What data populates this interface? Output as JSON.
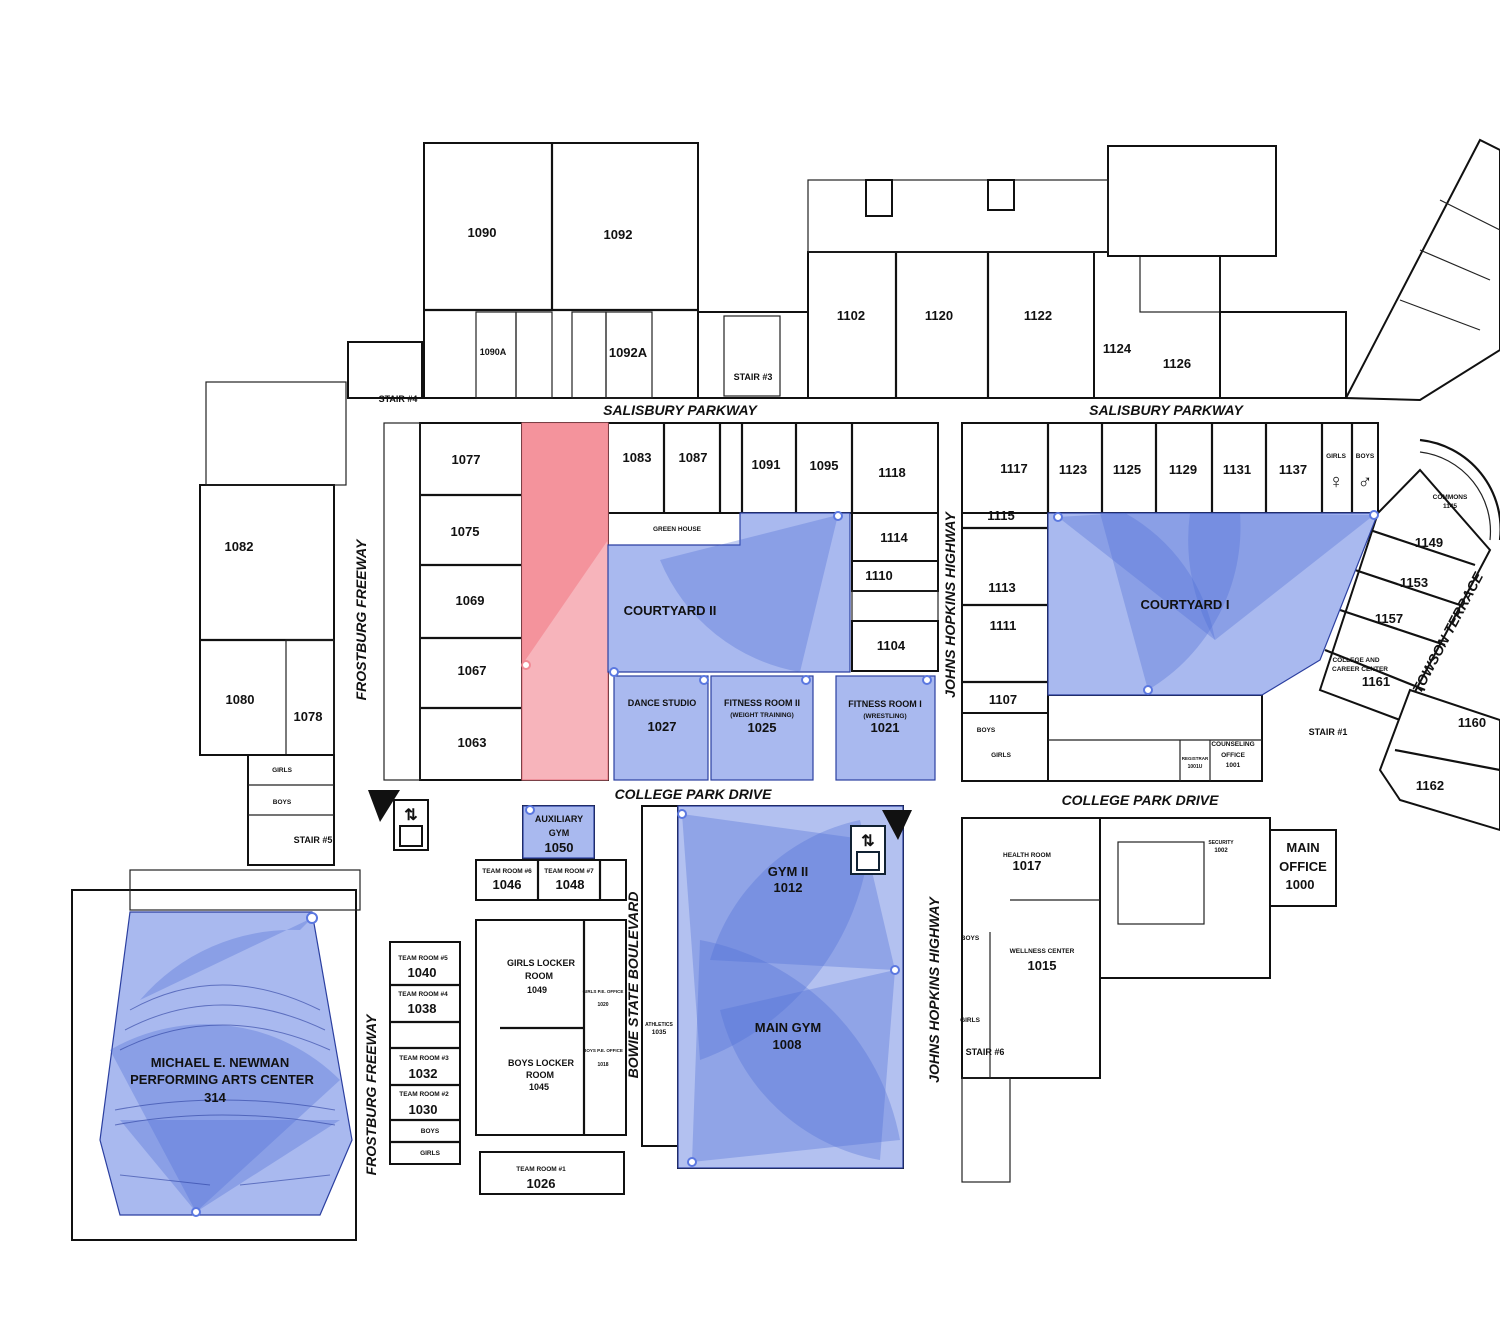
{
  "colors": {
    "coverage_fill": "#a9b9ef",
    "coverage_dark": "#6f8be3",
    "uncovered_fill": "#f6a7b0",
    "uncovered_dark": "#f2848f",
    "wall": "#111111"
  },
  "streets": {
    "salisbury_west": "SALISBURY PARKWAY",
    "salisbury_east": "SALISBURY PARKWAY",
    "college_park_west": "COLLEGE PARK DRIVE",
    "college_park_east": "COLLEGE PARK DRIVE",
    "frostburg_north": "FROSTBURG FREEWAY",
    "frostburg_south": "FROSTBURG FREEWAY",
    "johns_hopkins_north": "JOHNS HOPKINS HIGHWAY",
    "johns_hopkins_south": "JOHNS HOPKINS HIGHWAY",
    "bowie_state": "BOWIE STATE BOULEVARD",
    "towson_terrace": "TOWSON TERRACE"
  },
  "rooms": {
    "r1090": "1090",
    "r1092": "1092",
    "r1090a": "1090A",
    "r1092a": "1092A",
    "stair3": "STAIR #3",
    "stair4": "STAIR #4",
    "stair5": "STAIR #5",
    "stair6": "STAIR #6",
    "stair1": "STAIR #1",
    "r1102": "1102",
    "r1120": "1120",
    "r1122": "1122",
    "r1124": "1124",
    "r1126": "1126",
    "r1077": "1077",
    "r1075": "1075",
    "r1069": "1069",
    "r1067": "1067",
    "r1063": "1063",
    "r1082": "1082",
    "r1080": "1080",
    "r1078": "1078",
    "r1083": "1083",
    "r1087": "1087",
    "r1091": "1091",
    "r1095": "1095",
    "r1118": "1118",
    "greenhouse": "GREEN HOUSE",
    "r1114": "1114",
    "r1110": "1110",
    "r1104": "1104",
    "courtyard2": "COURTYARD II",
    "courtyard1": "COURTYARD I",
    "dance_name": "DANCE STUDIO",
    "dance_num": "1027",
    "fit2_name": "FITNESS ROOM II",
    "fit2_sub": "(WEIGHT TRAINING)",
    "fit2_num": "1025",
    "fit1_name": "FITNESS ROOM I",
    "fit1_sub": "(WRESTLING)",
    "fit1_num": "1021",
    "r1117": "1117",
    "r1123": "1123",
    "r1125": "1125",
    "r1129": "1129",
    "r1131": "1131",
    "r1137": "1137",
    "r1115": "1115",
    "r1113": "1113",
    "r1111": "1111",
    "r1107": "1107",
    "commons_name": "COMMONS",
    "commons_num": "1145",
    "r1149": "1149",
    "r1153": "1153",
    "r1157": "1157",
    "ccc_line1": "COLLEGE AND",
    "ccc_line2": "CAREER CENTER",
    "ccc_num": "1161",
    "r1160": "1160",
    "r1162": "1162",
    "counsel_line1": "COUNSELING",
    "counsel_line2": "OFFICE",
    "counsel_num": "1001",
    "registrar_name": "REGISTRAR",
    "registrar_num": "1001U",
    "main_office_line1": "MAIN",
    "main_office_line2": "OFFICE",
    "main_office_num": "1000",
    "health_name": "HEALTH ROOM",
    "health_num": "1017",
    "wellness_name": "WELLNESS CENTER",
    "wellness_num": "1015",
    "security_name": "SECURITY",
    "security_num": "1002",
    "aux_line1": "AUXILIARY",
    "aux_line2": "GYM",
    "aux_num": "1050",
    "tr6_name": "TEAM ROOM #6",
    "tr6_num": "1046",
    "tr7_name": "TEAM ROOM #7",
    "tr7_num": "1048",
    "tr5_name": "TEAM ROOM #5",
    "tr5_num": "1040",
    "tr4_name": "TEAM ROOM #4",
    "tr4_num": "1038",
    "tr3_name": "TEAM ROOM #3",
    "tr3_num": "1032",
    "tr2_name": "TEAM ROOM #2",
    "tr2_num": "1030",
    "tr1_name": "TEAM ROOM #1",
    "tr1_num": "1026",
    "glr_line1": "GIRLS LOCKER",
    "glr_line2": "ROOM",
    "glr_num": "1049",
    "blr_line1": "BOYS LOCKER",
    "blr_line2": "ROOM",
    "blr_num": "1045",
    "gpe_name": "GIRLS P.E. OFFICE",
    "gpe_num": "1020",
    "bpe_name": "BOYS P.E. OFFICE",
    "bpe_num": "1018",
    "athletics_name": "ATHLETICS",
    "athletics_num": "1035",
    "gym2_name": "GYM II",
    "gym2_num": "1012",
    "maingym_name": "MAIN GYM",
    "maingym_num": "1008",
    "pac_line1": "MICHAEL E. NEWMAN",
    "pac_line2": "PERFORMING ARTS CENTER",
    "pac_num": "314"
  },
  "restrooms": {
    "girls": "GIRLS",
    "boys": "BOYS"
  }
}
